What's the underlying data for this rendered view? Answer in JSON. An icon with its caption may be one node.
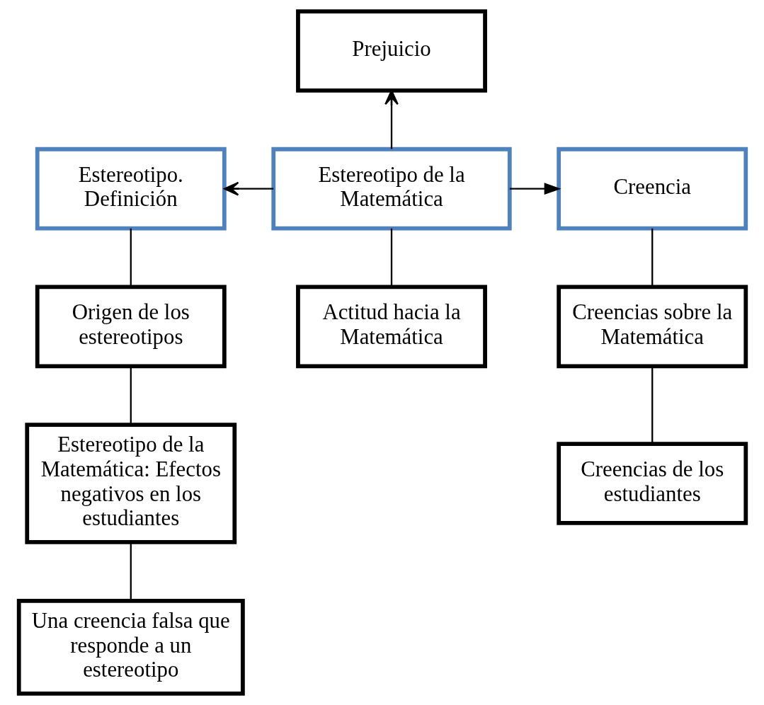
{
  "diagram": {
    "nodes": [
      {
        "text": [
          "Prejuicio"
        ]
      },
      {
        "text": [
          "Estereotipo de la Matemática"
        ]
      },
      {
        "text": [
          "Estereotipo. Definición"
        ]
      },
      {
        "text": [
          "Creencia"
        ]
      },
      {
        "text": [
          "Actitud hacia la Matemática"
        ]
      },
      {
        "text": [
          "Creencias sobre la Matemática"
        ]
      },
      {
        "text": [
          "Origen de los estereotipos"
        ]
      },
      {
        "text": [
          "Creencias de los estudiantes"
        ]
      },
      {
        "text": [
          "Estereotipo de la Matemática: Efectos negativos en los estudiantes"
        ]
      },
      {
        "text": [
          "Una creencia falsa que responde a un estereotipo"
        ]
      }
    ],
    "edges": [
      {
        "from": 1,
        "to": 0,
        "arrow": "to"
      },
      {
        "from": 1,
        "to": 2,
        "arrow": "to"
      },
      {
        "from": 1,
        "to": 3,
        "arrow": "to"
      },
      {
        "from": 1,
        "to": 4,
        "arrow": "none"
      },
      {
        "from": 3,
        "to": 5,
        "arrow": "none"
      },
      {
        "from": 5,
        "to": 7,
        "arrow": "none"
      },
      {
        "from": 2,
        "to": 6,
        "arrow": "none"
      },
      {
        "from": 6,
        "to": 8,
        "arrow": "none"
      },
      {
        "from": 8,
        "to": 9,
        "arrow": "none"
      }
    ]
  }
}
